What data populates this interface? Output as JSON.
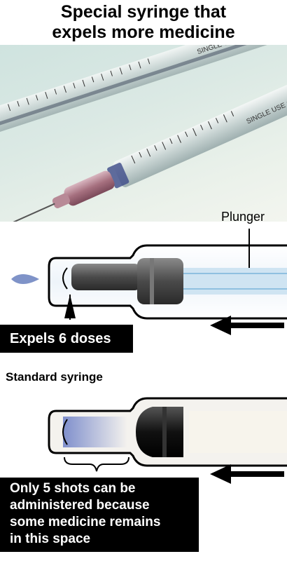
{
  "title": {
    "line1": "Special syringe that",
    "line2": "expels more medicine"
  },
  "photo": {
    "barrel_text_back": "SINGLE USE ONLY",
    "barrel_text_front": "SINGLE USE ONLY"
  },
  "labels": {
    "plunger": "Plunger",
    "expels": "Expels 6 doses",
    "standard": "Standard syringe",
    "remains": [
      "Only 5 shots can be",
      "administered because",
      "some medicine remains",
      "in this space"
    ]
  },
  "colors": {
    "droplet": "#7f93c8",
    "medicine_gradient": "#7f8fcc",
    "arrow": "#000000",
    "label_box": "#000000"
  }
}
